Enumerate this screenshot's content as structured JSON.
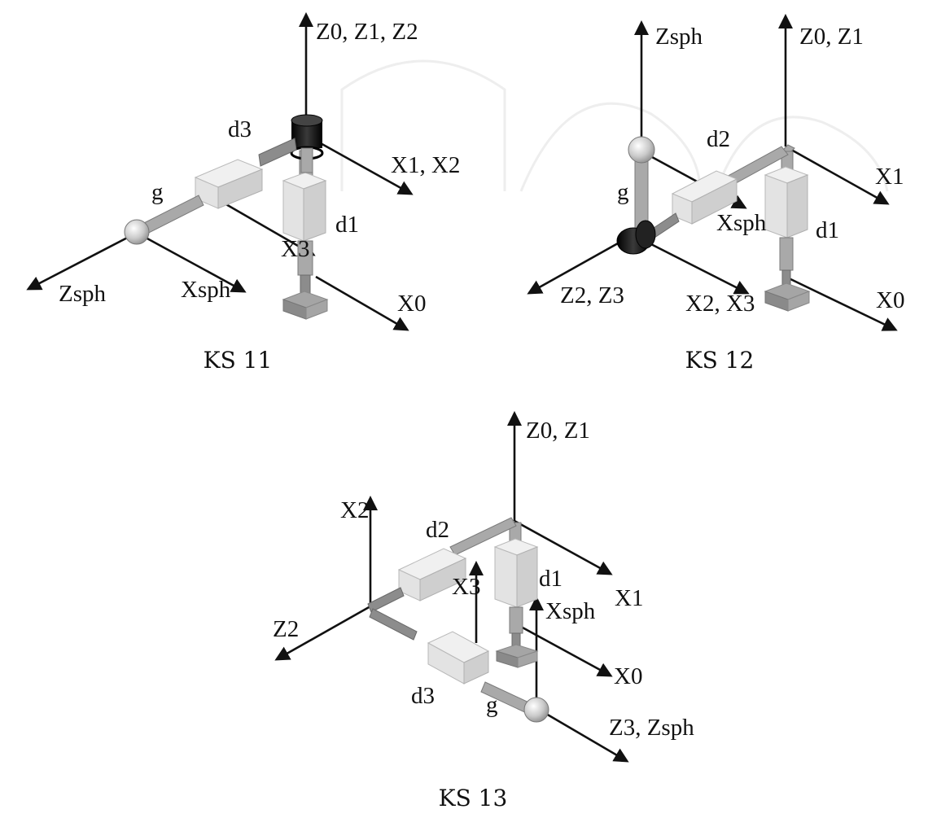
{
  "panels": [
    {
      "caption": "KS 11",
      "labels": {
        "z_top": "Z0, Z1, Z2",
        "x1x2": "X1, X2",
        "d3": "d3",
        "g": "g",
        "d1": "d1",
        "x3": "X3",
        "zsph": "Zsph",
        "xsph": "Xsph",
        "x0": "X0"
      }
    },
    {
      "caption": "KS 12",
      "labels": {
        "zsph": "Zsph",
        "z_top": "Z0, Z1",
        "d2": "d2",
        "g": "g",
        "x1": "X1",
        "xsph": "Xsph",
        "d1": "d1",
        "z2z3": "Z2, Z3",
        "x2x3": "X2, X3",
        "x0": "X0"
      }
    },
    {
      "caption": "KS 13",
      "labels": {
        "z_top": "Z0, Z1",
        "x2": "X2",
        "d2": "d2",
        "x1": "X1",
        "x3": "X3",
        "d1": "d1",
        "xsph": "Xsph",
        "z2": "Z2",
        "x0": "X0",
        "d3": "d3",
        "g": "g",
        "z3zsph": "Z3, Zsph"
      }
    }
  ]
}
